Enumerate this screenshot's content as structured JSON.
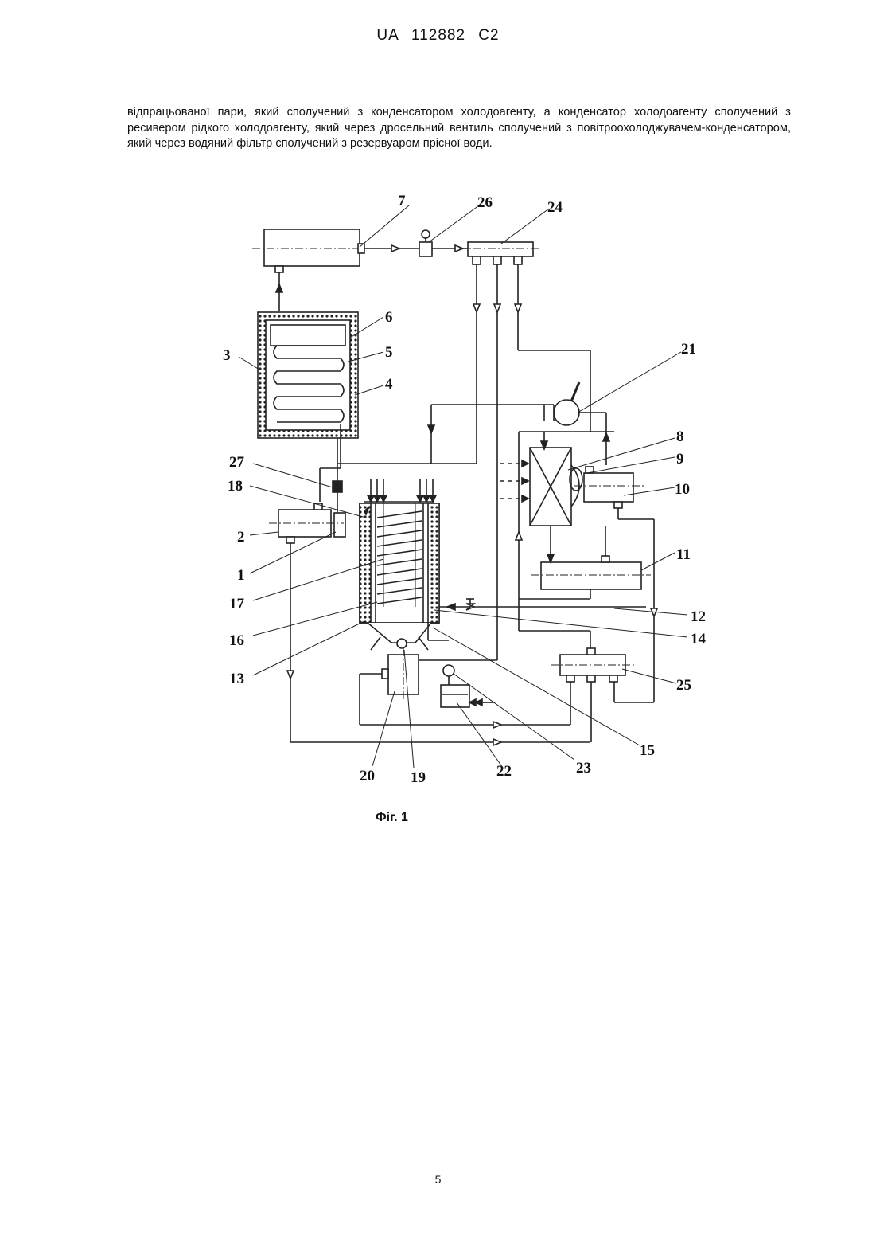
{
  "header": {
    "doc_number": "UA   112882   C2"
  },
  "body": {
    "paragraph": "відпрацьованої пари, який сполучений з конденсатором холодоагенту, а конденсатор холодоагенту сполучений з ресивером рідкого холодоагенту, який через дросельний вентиль сполучений з повітроохолоджувачем-конденсатором, який через водяний фільтр сполучений з резервуаром прісної води."
  },
  "figure": {
    "caption": "Фіг. 1",
    "labels": [
      "7",
      "26",
      "24",
      "6",
      "5",
      "4",
      "3",
      "21",
      "8",
      "9",
      "10",
      "27",
      "18",
      "2",
      "1",
      "17",
      "11",
      "12",
      "16",
      "14",
      "13",
      "25",
      "15",
      "20",
      "19",
      "22",
      "23"
    ]
  },
  "footer": {
    "page_number": "5"
  }
}
